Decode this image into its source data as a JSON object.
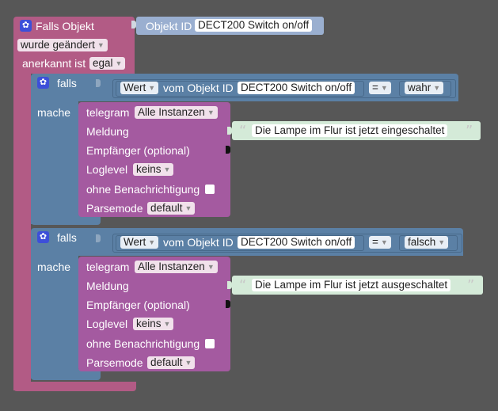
{
  "trigger": {
    "title": "Falls Objekt",
    "object_id_label": "Objekt ID",
    "object_id_value": "DECT200 Switch on/off",
    "changed_label": "wurde geändert",
    "ack_label": "anerkannt ist",
    "ack_value": "egal"
  },
  "blocks": [
    {
      "if_label": "falls",
      "value_label": "Wert",
      "from_object_label": "vom Objekt ID",
      "object_value": "DECT200 Switch on/off",
      "operator": "=",
      "compare_value": "wahr",
      "do_label": "mache",
      "telegram_label": "telegram",
      "instance_value": "Alle Instanzen",
      "message_label": "Meldung",
      "message_text": "Die Lampe im Flur ist jetzt eingeschaltet",
      "recipient_label": "Empfänger (optional)",
      "loglevel_label": "Loglevel",
      "loglevel_value": "keins",
      "silent_label": "ohne Benachrichtigung",
      "parsemode_label": "Parsemode",
      "parsemode_value": "default"
    },
    {
      "if_label": "falls",
      "value_label": "Wert",
      "from_object_label": "vom Objekt ID",
      "object_value": "DECT200 Switch on/off",
      "operator": "=",
      "compare_value": "falsch",
      "do_label": "mache",
      "telegram_label": "telegram",
      "instance_value": "Alle Instanzen",
      "message_label": "Meldung",
      "message_text": "Die Lampe im Flur ist jetzt ausgeschaltet",
      "recipient_label": "Empfänger (optional)",
      "loglevel_label": "Loglevel",
      "loglevel_value": "keins",
      "silent_label": "ohne Benachrichtigung",
      "parsemode_label": "Parsemode",
      "parsemode_value": "default"
    }
  ],
  "icons": {
    "gear": "gear-icon",
    "dropdown": "dropdown-arrow-icon",
    "quote_open": "quote-open-icon",
    "quote_close": "quote-close-icon"
  },
  "colors": {
    "workspace": "#575757",
    "trigger_block": "#b25b85",
    "logic_block": "#5b80a5",
    "telegram_block": "#a45aa0",
    "text_block": "#d4ead8",
    "mutator_icon": "#3d4fd9"
  }
}
